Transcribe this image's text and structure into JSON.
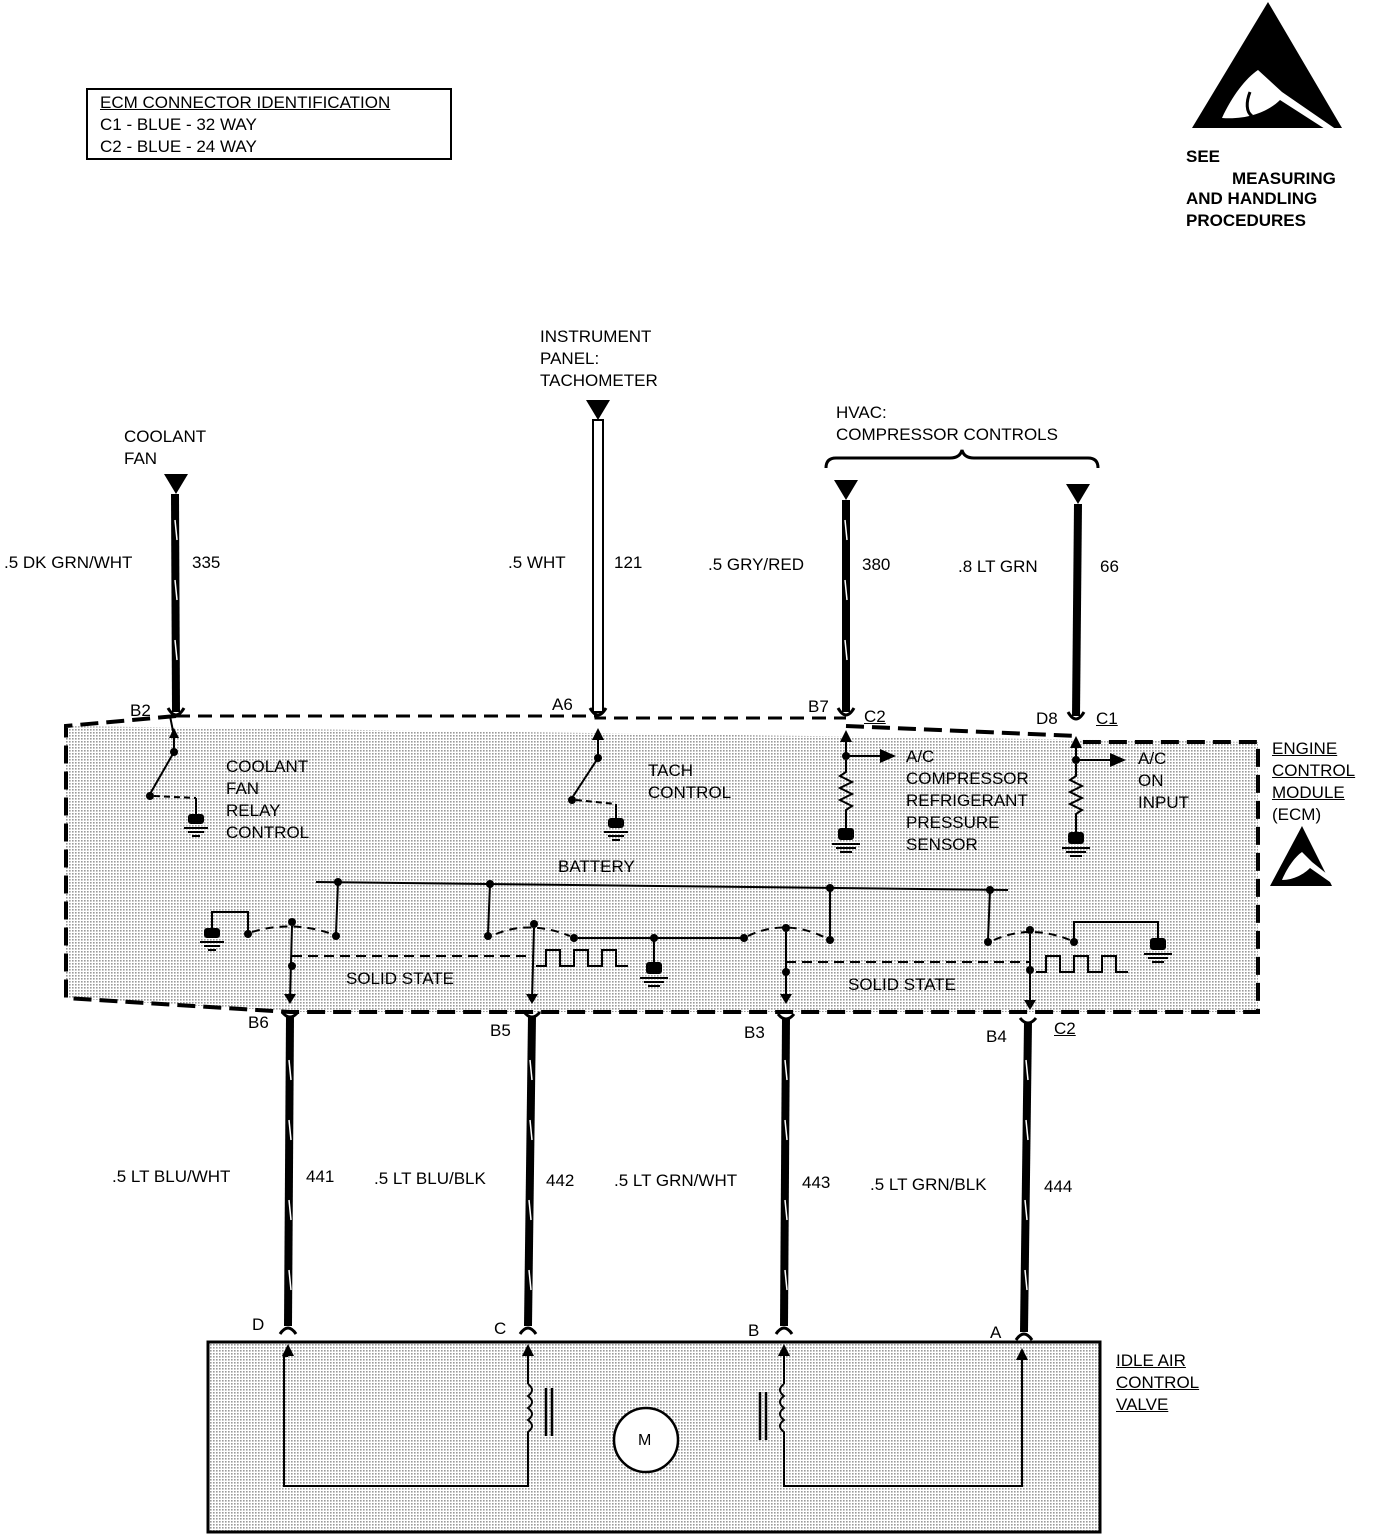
{
  "legend": {
    "title": "ECM CONNECTOR IDENTIFICATION",
    "row1": "C1 - BLUE - 32 WAY",
    "row2": "C2 - BLUE - 24 WAY"
  },
  "esd_note": {
    "line1": "SEE",
    "line2": "MEASURING",
    "line3": "AND HANDLING",
    "line4": "PROCEDURES"
  },
  "destinations": {
    "instrument": {
      "line1": "INSTRUMENT",
      "line2": "PANEL:",
      "line3": "TACHOMETER"
    },
    "coolant": {
      "line1": "COOLANT",
      "line2": "FAN"
    },
    "hvac": {
      "line1": "HVAC:",
      "line2": "COMPRESSOR CONTROLS"
    }
  },
  "top_wires": [
    {
      "size_color": ".5 DK GRN/WHT",
      "circuit": "335",
      "pin": "B2"
    },
    {
      "size_color": ".5 WHT",
      "circuit": "121",
      "pin": "A6"
    },
    {
      "size_color": ".5 GRY/RED",
      "circuit": "380",
      "pin": "B7",
      "connector": "C2"
    },
    {
      "size_color": ".8 LT GRN",
      "circuit": "66",
      "pin": "D8",
      "connector": "C1"
    }
  ],
  "ecm": {
    "name": {
      "line1": "ENGINE",
      "line2": "CONTROL",
      "line3": "MODULE",
      "line4": "(ECM)"
    },
    "coolant_relay": {
      "line1": "COOLANT",
      "line2": "FAN",
      "line3": "RELAY",
      "line4": "CONTROL"
    },
    "tach": {
      "line1": "TACH",
      "line2": "CONTROL"
    },
    "ac_sensor": {
      "line1": "A/C",
      "line2": "COMPRESSOR",
      "line3": "REFRIGERANT",
      "line4": "PRESSURE",
      "line5": "SENSOR"
    },
    "ac_on": {
      "line1": "A/C",
      "line2": "ON",
      "line3": "INPUT"
    },
    "battery": "BATTERY",
    "solid_state_left": "SOLID STATE",
    "solid_state_right": "SOLID STATE"
  },
  "bottom_wires": [
    {
      "size_color": ".5 LT BLU/WHT",
      "circuit": "441",
      "pin": "B6",
      "valve_pin": "D"
    },
    {
      "size_color": ".5 LT BLU/BLK",
      "circuit": "442",
      "pin": "B5",
      "valve_pin": "C"
    },
    {
      "size_color": ".5 LT GRN/WHT",
      "circuit": "443",
      "pin": "B3",
      "valve_pin": "B"
    },
    {
      "size_color": ".5 LT GRN/BLK",
      "circuit": "444",
      "pin": "B4",
      "valve_pin": "A",
      "connector": "C2"
    }
  ],
  "iac": {
    "name": {
      "line1": "IDLE AIR",
      "line2": "CONTROL",
      "line3": "VALVE"
    },
    "motor": "M"
  }
}
